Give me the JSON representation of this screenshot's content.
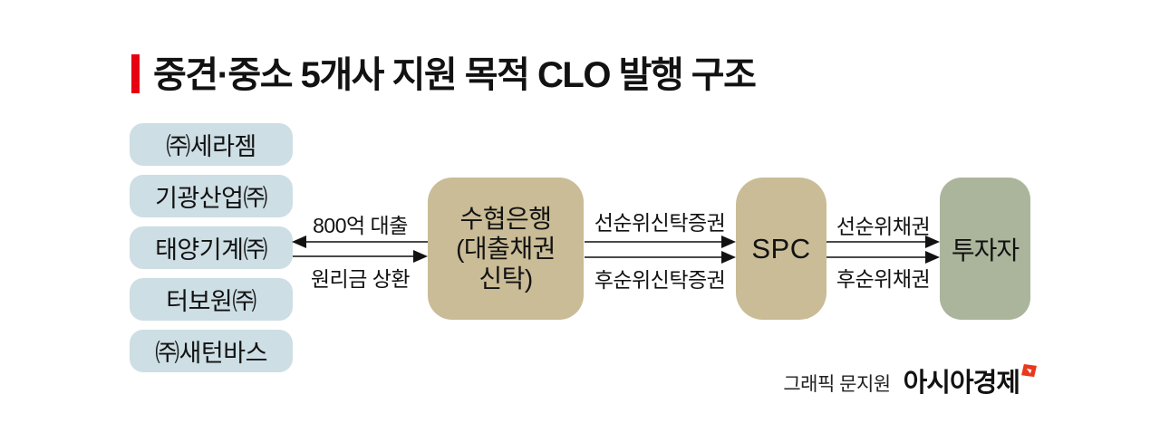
{
  "title": {
    "text": "중견·중소 5개사 지원 목적 CLO 발행 구조"
  },
  "companies": [
    {
      "name": "㈜세라젬"
    },
    {
      "name": "기광산업㈜"
    },
    {
      "name": "태양기계㈜"
    },
    {
      "name": "터보원㈜"
    },
    {
      "name": "㈜새턴바스"
    }
  ],
  "nodes": {
    "bank": {
      "name": "수협은행\n(대출채권\n신탁)"
    },
    "spc": {
      "name": "SPC"
    },
    "investor": {
      "name": "투자자"
    }
  },
  "flows": {
    "loan": {
      "label": "800억 대출",
      "direction": "left",
      "from": "bank",
      "to": "companies"
    },
    "repayment": {
      "label": "원리금 상환",
      "direction": "right",
      "from": "companies",
      "to": "bank"
    },
    "senior_trust": {
      "label": "선순위신탁증권",
      "direction": "right",
      "from": "bank",
      "to": "spc"
    },
    "junior_trust": {
      "label": "후순위신탁증권",
      "direction": "right",
      "from": "bank",
      "to": "spc"
    },
    "senior_bond": {
      "label": "선순위채권",
      "direction": "right",
      "from": "spc",
      "to": "investor"
    },
    "junior_bond": {
      "label": "후순위채권",
      "direction": "right",
      "from": "spc",
      "to": "investor"
    }
  },
  "credit": {
    "label": "그래픽 문지원",
    "brand": "아시아경제"
  },
  "colors": {
    "accent-red": "#e60012",
    "logo-red": "#e8391d",
    "company-box": "#cddee4",
    "bank-box": "#c9bc96",
    "spc-box": "#c9bc96",
    "investor-box": "#abb59b",
    "line": "#4a4a4a",
    "text": "#121212"
  }
}
